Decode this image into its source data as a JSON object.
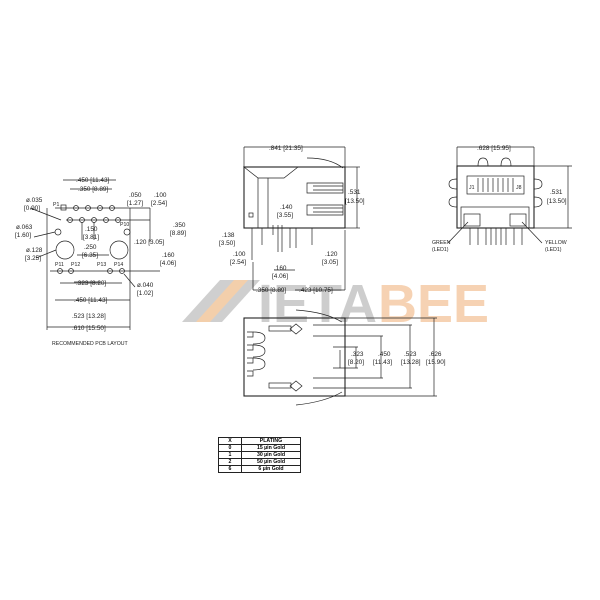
{
  "watermark": {
    "text": "IETABEE",
    "color": "#f0b070",
    "stripe_color": "#b0b0b0"
  },
  "pcb_layout": {
    "caption": "RECOMMENDED PCB LAYOUT",
    "pins": {
      "p1": "P1",
      "p10": "P10",
      "p11": "P11",
      "p12": "P12",
      "p13": "P13",
      "p14": "P14"
    },
    "dims": {
      "d450_top": ".450 [11.43]",
      "d350_top": ".350 [8.89]",
      "d050": ".050",
      "d050_mm": "[1.27]",
      "d100": ".100",
      "d100_mm": "[2.54]",
      "d035": "ø.035",
      "d035_mm": "[0.90]",
      "d063": "ø.063",
      "d063_mm": "[1.60]",
      "d128": "ø.128",
      "d128_mm": "[3.25]",
      "d150": ".150",
      "d150_mm": "[3.81]",
      "d350_right": ".350",
      "d350_right_mm": "[8.89]",
      "d120": ".120 [3.05]",
      "d250": ".250",
      "d250_mm": "[6.35]",
      "d160": ".160",
      "d160_mm": "[4.06]",
      "d040": "ø.040",
      "d040_mm": "[1.02]",
      "d323": ".323 [8.20]",
      "d450_bot": ".450 [11.43]",
      "d523": ".523 [13.28]",
      "d610": ".610 [15.50]"
    }
  },
  "side_view": {
    "dims": {
      "d841": ".841 [21.35]",
      "d531": ".531",
      "d531_mm": "[13.50]",
      "d140": ".140",
      "d140_mm": "[3.55]",
      "d138": ".138",
      "d138_mm": "[3.50]",
      "d100": ".100",
      "d100_mm": "[2.54]",
      "d120": ".120",
      "d120_mm": "[3.05]",
      "d160": ".160",
      "d160_mm": "[4.06]",
      "d350": ".350 [8.89]",
      "d423": ".423 [10.75]"
    }
  },
  "front_view": {
    "dims": {
      "d628": ".628 [15.95]",
      "d531": ".531",
      "d531_mm": "[13.50]"
    },
    "labels": {
      "j1": "J1",
      "j8": "J8",
      "green": "GREEN",
      "green_sub": "(LED1)",
      "yellow": "YELLOW",
      "yellow_sub": "(LED1)"
    }
  },
  "top_view": {
    "dims": {
      "d323": ".323",
      "d323_mm": "[8.20]",
      "d450": ".450",
      "d450_mm": "[11.43]",
      "d523": ".523",
      "d523_mm": "[13.28]",
      "d626": ".626",
      "d626_mm": "[15.90]"
    }
  },
  "plating_table": {
    "headers": [
      "X",
      "PLATING"
    ],
    "rows": [
      [
        "0",
        "15 µin Gold"
      ],
      [
        "1",
        "30 µin Gold"
      ],
      [
        "2",
        "50 µin Gold"
      ],
      [
        "6",
        "6 µin Gold"
      ]
    ]
  }
}
